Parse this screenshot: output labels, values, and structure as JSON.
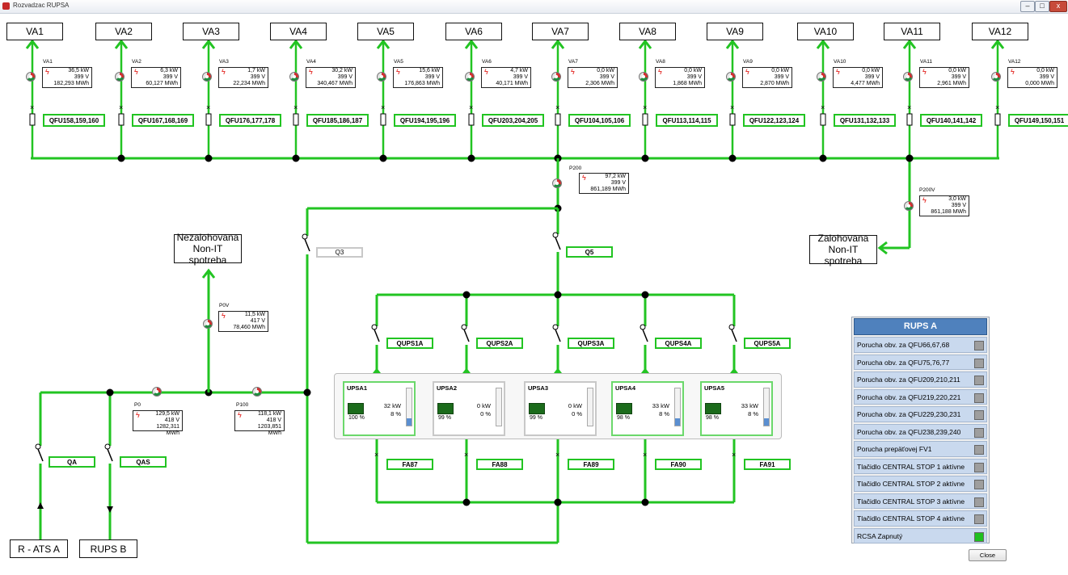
{
  "window": {
    "title": "Rozvadzac RUPSA",
    "min": "–",
    "max": "□",
    "close": "x"
  },
  "colors": {
    "line": "#22c422",
    "box_border": "#22c422",
    "panel_header": "#4f81bd",
    "indicator_on": "#1fc01f",
    "indicator_off": "#9e9e9e"
  },
  "va": [
    {
      "name": "VA1",
      "meter": "VA1",
      "kw": "36,5 kW",
      "v": "399 V",
      "mwh": "182,293 MWh",
      "qfu": "QFU158,159,160"
    },
    {
      "name": "VA2",
      "meter": "VA2",
      "kw": "6,3 kW",
      "v": "399 V",
      "mwh": "60,127 MWh",
      "qfu": "QFU167,168,169"
    },
    {
      "name": "VA3",
      "meter": "VA3",
      "kw": "1,7 kW",
      "v": "399 V",
      "mwh": "22,234 MWh",
      "qfu": "QFU176,177,178"
    },
    {
      "name": "VA4",
      "meter": "VA4",
      "kw": "30,2 kW",
      "v": "399 V",
      "mwh": "340,467 MWh",
      "qfu": "QFU185,186,187"
    },
    {
      "name": "VA5",
      "meter": "VA5",
      "kw": "15,6 kW",
      "v": "399 V",
      "mwh": "176,863 MWh",
      "qfu": "QFU194,195,196"
    },
    {
      "name": "VA6",
      "meter": "VA6",
      "kw": "4,7 kW",
      "v": "399 V",
      "mwh": "40,171 MWh",
      "qfu": "QFU203,204,205"
    },
    {
      "name": "VA7",
      "meter": "VA7",
      "kw": "0,0 kW",
      "v": "399 V",
      "mwh": "2,306 MWh",
      "qfu": "QFU104,105,106"
    },
    {
      "name": "VA8",
      "meter": "VA8",
      "kw": "0,0 kW",
      "v": "399 V",
      "mwh": "1,868 MWh",
      "qfu": "QFU113,114,115"
    },
    {
      "name": "VA9",
      "meter": "VA9",
      "kw": "0,0 kW",
      "v": "399 V",
      "mwh": "2,870 MWh",
      "qfu": "QFU122,123,124"
    },
    {
      "name": "VA10",
      "meter": "VA10",
      "kw": "0,0 kW",
      "v": "399 V",
      "mwh": "4,477 MWh",
      "qfu": "QFU131,132,133"
    },
    {
      "name": "VA11",
      "meter": "VA11",
      "kw": "0,0 kW",
      "v": "399 V",
      "mwh": "2,961 MWh",
      "qfu": "QFU140,141,142"
    },
    {
      "name": "VA12",
      "meter": "VA12",
      "kw": "0,0 kW",
      "v": "399 V",
      "mwh": "0,000 MWh",
      "qfu": "QFU149,150,151"
    }
  ],
  "meters": {
    "p200": {
      "label": "P200",
      "kw": "97,2 kW",
      "v": "399 V",
      "mwh": "861,189 MWh"
    },
    "p200v": {
      "label": "P200V",
      "kw": "3,0 kW",
      "v": "399 V",
      "mwh": "861,188 MWh"
    },
    "p0v": {
      "label": "P0V",
      "kw": "11,5 kW",
      "v": "417 V",
      "mwh": "78,460 MWh"
    },
    "p0": {
      "label": "P0",
      "kw": "129,5 kW",
      "v": "418 V",
      "mwh": "1282,311 MWh"
    },
    "p100": {
      "label": "P100",
      "kw": "118,1 kW",
      "v": "418 V",
      "mwh": "1203,851 MWh"
    }
  },
  "loads": {
    "nezalohovana": [
      "Nezalohovana",
      "Non-IT spotreba"
    ],
    "zalohovana": [
      "Zalohovana",
      "Non-IT spotreba"
    ],
    "r_ats": "R - ATS A",
    "rups_b": "RUPS B"
  },
  "switches": {
    "q3": "Q3",
    "q5": "Q5",
    "qa": "QA",
    "qas": "QAS"
  },
  "ups": [
    {
      "name": "UPSA1",
      "switch": "QUPS1A",
      "kw": "32 kW",
      "load": "8 %",
      "bat": "100 %",
      "fa": "FA87",
      "bar": 0.08,
      "active": true
    },
    {
      "name": "UPSA2",
      "switch": "QUPS2A",
      "kw": "0 kW",
      "load": "0 %",
      "bat": "99 %",
      "fa": "FA88",
      "bar": 0.0,
      "active": false
    },
    {
      "name": "UPSA3",
      "switch": "QUPS3A",
      "kw": "0 kW",
      "load": "0 %",
      "bat": "99 %",
      "fa": "FA89",
      "bar": 0.0,
      "active": false
    },
    {
      "name": "UPSA4",
      "switch": "QUPS4A",
      "kw": "33 kW",
      "load": "8 %",
      "bat": "98 %",
      "fa": "FA90",
      "bar": 0.08,
      "active": true
    },
    {
      "name": "UPSA5",
      "switch": "QUPS5A",
      "kw": "33 kW",
      "load": "8 %",
      "bat": "98 %",
      "fa": "FA91",
      "bar": 0.08,
      "active": true
    }
  ],
  "panel": {
    "title": "RUPS A",
    "rows": [
      {
        "label": "Porucha obv. za QFU66,67,68",
        "on": false
      },
      {
        "label": "Porucha obv. za QFU75,76,77",
        "on": false
      },
      {
        "label": "Porucha obv. za QFU209,210,211",
        "on": false
      },
      {
        "label": "Porucha obv. za QFU219,220,221",
        "on": false
      },
      {
        "label": "Porucha obv. za QFU229,230,231",
        "on": false
      },
      {
        "label": "Porucha obv. za QFU238,239,240",
        "on": false
      },
      {
        "label": "Porucha prepäťovej FV1",
        "on": false
      },
      {
        "label": "Tlačidlo CENTRAL STOP 1 aktívne",
        "on": false
      },
      {
        "label": "Tlačidlo CENTRAL STOP 2 aktívne",
        "on": false
      },
      {
        "label": "Tlačidlo CENTRAL STOP 3 aktívne",
        "on": false
      },
      {
        "label": "Tlačidlo CENTRAL STOP 4 aktívne",
        "on": false
      },
      {
        "label": "RCSA Zapnutý",
        "on": true
      }
    ]
  },
  "close_label": "Close"
}
